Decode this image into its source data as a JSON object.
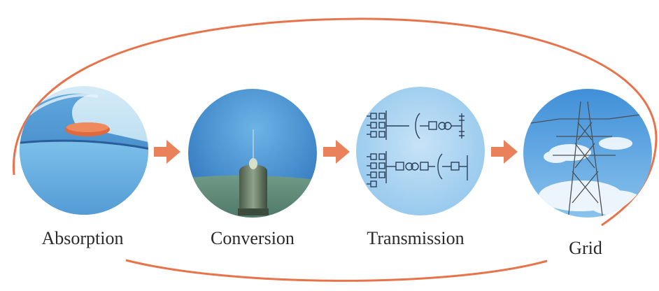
{
  "stages": [
    {
      "label": "Absorption",
      "icon": "wave-buoy-icon"
    },
    {
      "label": "Conversion",
      "icon": "underwater-generator-icon"
    },
    {
      "label": "Transmission",
      "icon": "electrical-circuit-icon"
    },
    {
      "label": "Grid",
      "icon": "power-pylon-icon"
    }
  ],
  "colors": {
    "loop": "#e8734a",
    "arrow": "#e9825a",
    "label": "#2a2a2a"
  }
}
